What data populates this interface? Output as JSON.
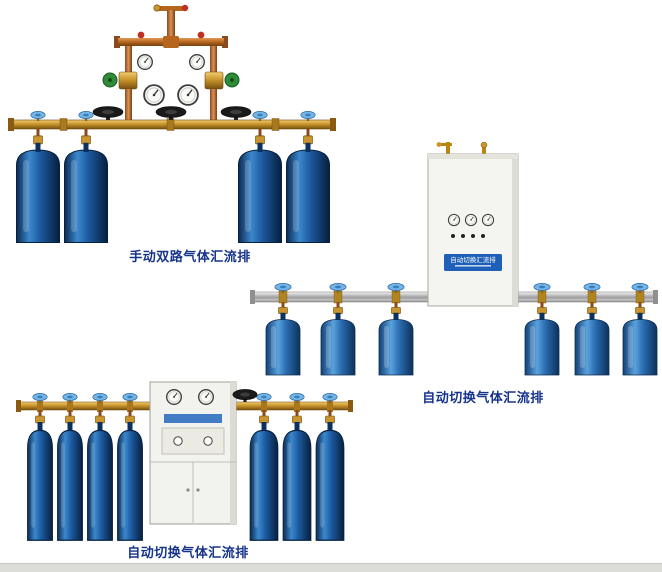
{
  "page": {
    "background": "#ffffff"
  },
  "products": [
    {
      "id": "manual-dual",
      "caption": "手动双路气体汇流排"
    },
    {
      "id": "auto-switch-wall",
      "caption": "自动切换气体汇流排",
      "panel_label": "自动切换汇流排"
    },
    {
      "id": "auto-switch-floor",
      "caption": "自动切换气体汇流排"
    }
  ],
  "colors": {
    "caption_text": "#16348c",
    "brass_pipe": "#c9952c",
    "copper_pipe": "#b5651d",
    "silver_pipe": "#b0b0b0",
    "cylinder_blue_dark": "#1c5aa0",
    "cylinder_blue_mid": "#2a6cb0",
    "handwheel_blue": "#74b4e8",
    "regulator_knob_green": "#2e8b3a",
    "cabinet_body": "#f3f3ee",
    "plate_blue": "#1e5fb8"
  }
}
